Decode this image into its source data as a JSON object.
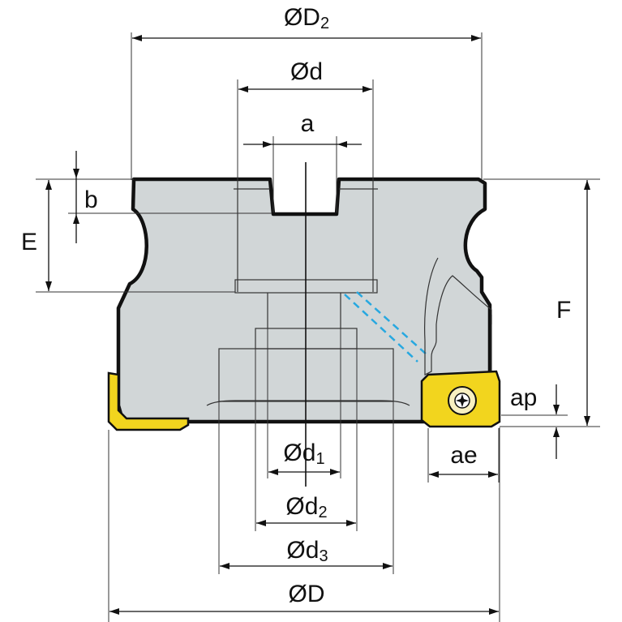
{
  "labels": {
    "D2": {
      "main": "ØD",
      "sub": "2"
    },
    "d": "Ød",
    "a": "a",
    "b": "b",
    "E": "E",
    "F": "F",
    "ap": "ap",
    "ae": "ae",
    "d1": {
      "main": "Ød",
      "sub": "1"
    },
    "d2": {
      "main": "Ød",
      "sub": "2"
    },
    "d3": {
      "main": "Ød",
      "sub": "3"
    },
    "D": "ØD"
  },
  "colors": {
    "body_fill": "#d1d6d7",
    "outline": "#111111",
    "insert_fill": "#f2d51e",
    "coolant_channel": "#27a8e0"
  }
}
